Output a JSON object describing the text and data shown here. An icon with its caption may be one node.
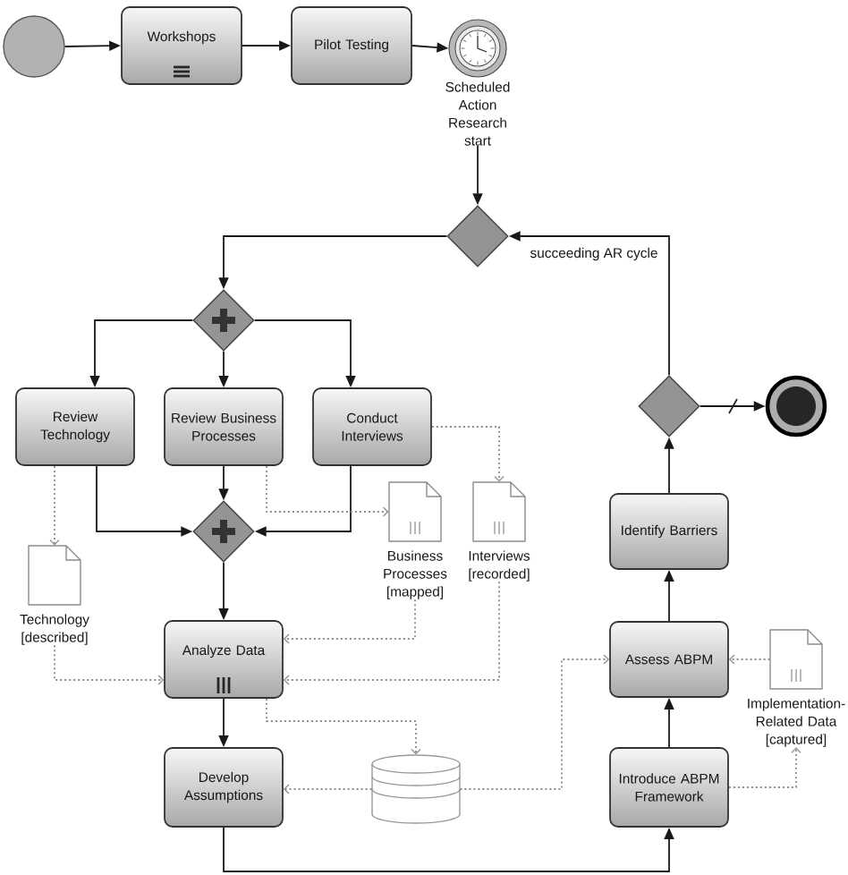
{
  "diagram": {
    "nodes": [
      {
        "text": [],
        "shape": "circle"
      },
      {
        "text": [
          "Workshops"
        ]
      },
      {
        "text": [
          "Pilot Testing"
        ]
      },
      {
        "text": [
          "Scheduled Action Research start"
        ]
      },
      {
        "text": [],
        "shape": "diamond"
      },
      {
        "text": [],
        "shape": "diamond"
      },
      {
        "text": [
          "Review Technology"
        ]
      },
      {
        "text": [
          "Review Business Processes"
        ]
      },
      {
        "text": [
          "Conduct Interviews"
        ]
      },
      {
        "text": [],
        "shape": "diamond"
      },
      {
        "text": [
          "Technology [described]"
        ]
      },
      {
        "text": [
          "Business Processes [mapped]"
        ]
      },
      {
        "text": [
          "Interviews [recorded]"
        ]
      },
      {
        "text": [
          "Analyze Data"
        ]
      },
      {
        "text": [
          "Develop Assumptions"
        ]
      },
      {
        "text": [],
        "shape": "cylinder"
      },
      {
        "text": [
          "Introduce ABPM Framework"
        ]
      },
      {
        "text": [
          "Assess ABPM"
        ]
      },
      {
        "text": [
          "Implementation-Related Data [captured]"
        ]
      },
      {
        "text": [
          "Identify Barriers"
        ]
      },
      {
        "text": [],
        "shape": "diamond"
      },
      {
        "text": [],
        "shape": "circle"
      }
    ],
    "edges": [
      {
        "from": 0,
        "to": 1,
        "arrow": "to"
      },
      {
        "from": 1,
        "to": 2,
        "arrow": "to"
      },
      {
        "from": 2,
        "to": 3,
        "arrow": "to"
      },
      {
        "from": 3,
        "to": 4,
        "arrow": "to"
      },
      {
        "from": 4,
        "to": 5,
        "arrow": "to"
      },
      {
        "from": 5,
        "to": 6,
        "arrow": "to"
      },
      {
        "from": 5,
        "to": 7,
        "arrow": "to"
      },
      {
        "from": 5,
        "to": 8,
        "arrow": "to"
      },
      {
        "from": 6,
        "to": 9,
        "arrow": "to"
      },
      {
        "from": 7,
        "to": 9,
        "arrow": "to"
      },
      {
        "from": 8,
        "to": 9,
        "arrow": "to"
      },
      {
        "from": 9,
        "to": 13,
        "arrow": "to"
      },
      {
        "from": 13,
        "to": 14,
        "arrow": "to"
      },
      {
        "from": 14,
        "to": 16,
        "arrow": "to"
      },
      {
        "from": 16,
        "to": 17,
        "arrow": "to"
      },
      {
        "from": 17,
        "to": 19,
        "arrow": "to"
      },
      {
        "from": 19,
        "to": 20,
        "arrow": "to"
      },
      {
        "from": 20,
        "to": 21,
        "arrow": "to"
      },
      {
        "from": 20,
        "to": 4,
        "arrow": "to",
        "label": "succeeding AR cycle"
      },
      {
        "from": 6,
        "to": 10,
        "arrow": "to",
        "style": "dashed",
        "color": "#8c8c8c"
      },
      {
        "from": 7,
        "to": 11,
        "arrow": "to",
        "style": "dashed",
        "color": "#8c8c8c"
      },
      {
        "from": 8,
        "to": 12,
        "arrow": "to",
        "style": "dashed",
        "color": "#8c8c8c"
      },
      {
        "from": 10,
        "to": 13,
        "arrow": "to",
        "style": "dashed",
        "color": "#8c8c8c"
      },
      {
        "from": 11,
        "to": 13,
        "arrow": "to",
        "style": "dashed",
        "color": "#8c8c8c"
      },
      {
        "from": 12,
        "to": 13,
        "arrow": "to",
        "style": "dashed",
        "color": "#8c8c8c"
      },
      {
        "from": 13,
        "to": 15,
        "arrow": "to",
        "style": "dashed",
        "color": "#8c8c8c"
      },
      {
        "from": 15,
        "to": 14,
        "arrow": "to",
        "style": "dashed",
        "color": "#8c8c8c"
      },
      {
        "from": 15,
        "to": 17,
        "arrow": "to",
        "style": "dashed",
        "color": "#8c8c8c"
      },
      {
        "from": 18,
        "to": 17,
        "arrow": "to",
        "style": "dashed",
        "color": "#8c8c8c"
      },
      {
        "from": 16,
        "to": 18,
        "arrow": "to",
        "style": "dashed",
        "color": "#8c8c8c"
      }
    ]
  }
}
